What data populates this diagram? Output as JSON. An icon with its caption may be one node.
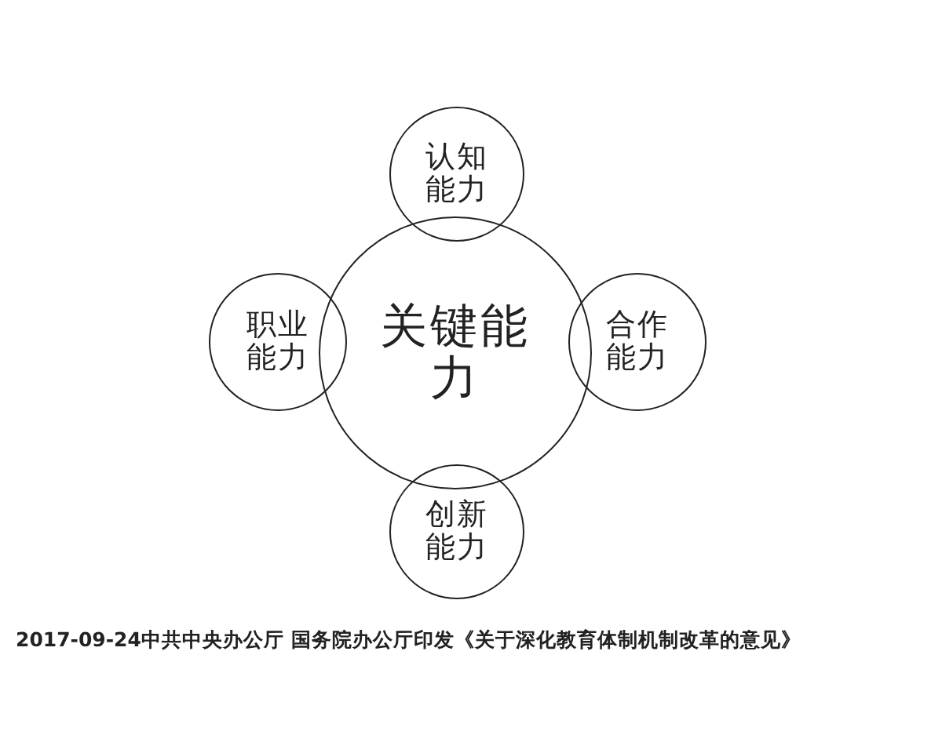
{
  "diagram": {
    "caption": "2017-09-24中共中央办公厅 国务院办公厅印发《关于深化教育体制机制改革的意见》",
    "nodes": [
      {
        "text": [
          "关键能力"
        ]
      },
      {
        "text": [
          "认知能力"
        ]
      },
      {
        "text": [
          "职业能力"
        ]
      },
      {
        "text": [
          "合作能力"
        ]
      },
      {
        "text": [
          "创新能力"
        ]
      }
    ]
  }
}
